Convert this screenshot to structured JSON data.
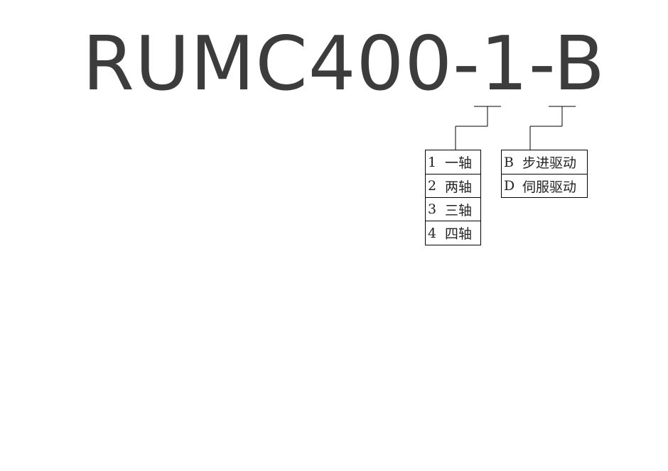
{
  "model": {
    "code": "RUMC400-1-B"
  },
  "axis_options": {
    "items": [
      {
        "code": "1",
        "label": "一轴"
      },
      {
        "code": "2",
        "label": "两轴"
      },
      {
        "code": "3",
        "label": "三轴"
      },
      {
        "code": "4",
        "label": "四轴"
      }
    ]
  },
  "drive_options": {
    "items": [
      {
        "code": "B",
        "label": "步进驱动"
      },
      {
        "code": "D",
        "label": "伺服驱动"
      }
    ]
  },
  "colors": {
    "title": "#3c3c3c",
    "line": "#000000"
  }
}
